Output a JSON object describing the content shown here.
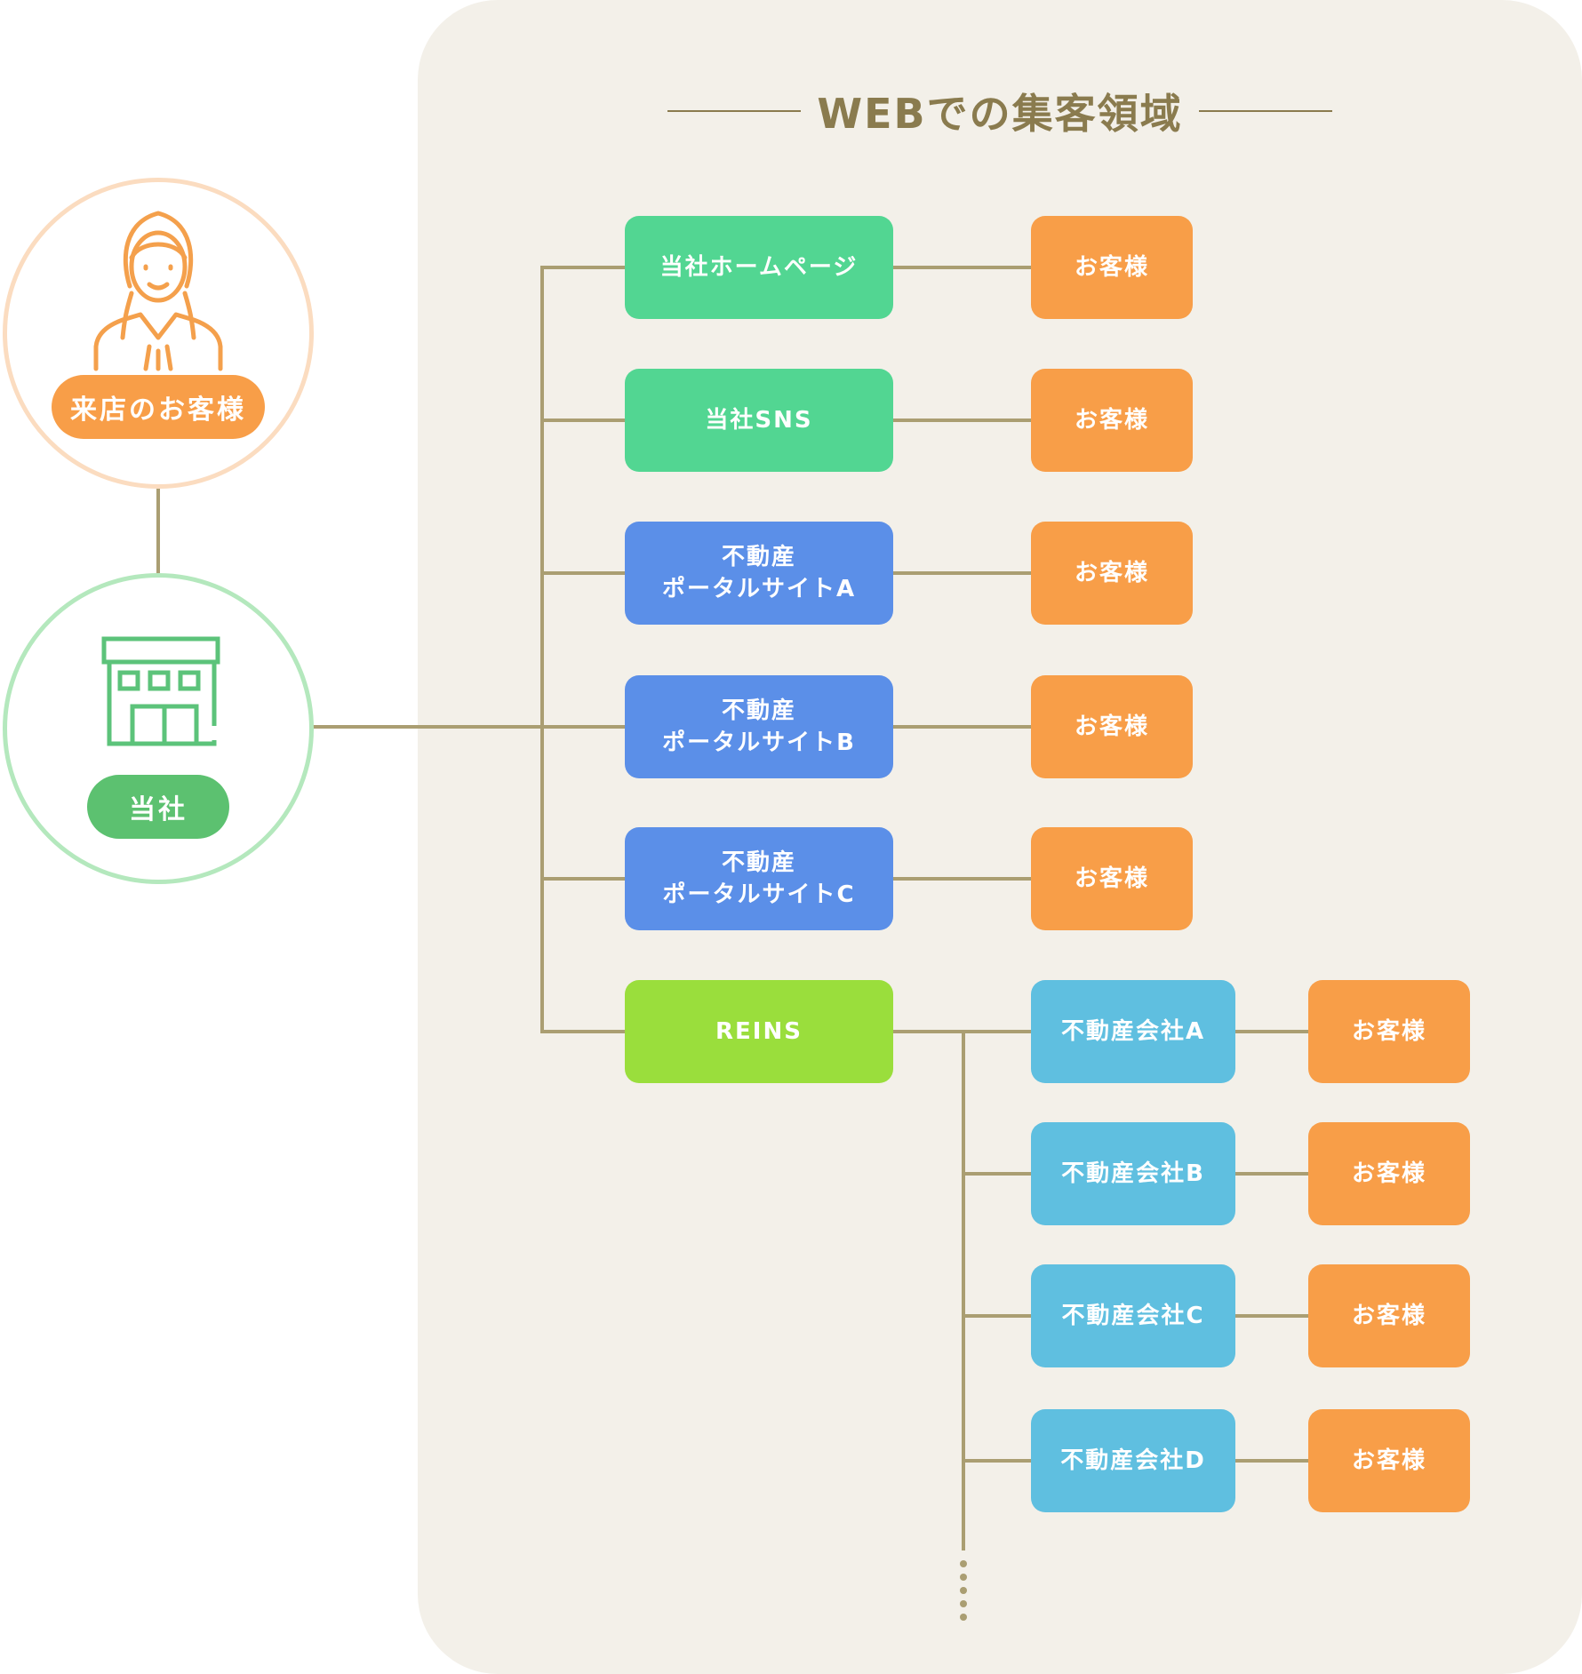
{
  "title": "WEBでの集客領域",
  "visitor": {
    "label": "来店のお客様",
    "icon": "woman-icon"
  },
  "company": {
    "label": "当社",
    "icon": "store-icon"
  },
  "channels": [
    {
      "label": "当社ホームページ",
      "customer": "お客様",
      "color": "#52d692"
    },
    {
      "label": "当社SNS",
      "customer": "お客様",
      "color": "#52d692"
    },
    {
      "label": "不動産\nポータルサイトA",
      "customer": "お客様",
      "color": "#5b8fe8"
    },
    {
      "label": "不動産\nポータルサイトB",
      "customer": "お客様",
      "color": "#5b8fe8"
    },
    {
      "label": "不動産\nポータルサイトC",
      "customer": "お客様",
      "color": "#5b8fe8"
    }
  ],
  "reins": {
    "label": "REINS",
    "color": "#9ade3c",
    "companies": [
      {
        "label": "不動産会社A",
        "customer": "お客様"
      },
      {
        "label": "不動産会社B",
        "customer": "お客様"
      },
      {
        "label": "不動産会社C",
        "customer": "お客様"
      },
      {
        "label": "不動産会社D",
        "customer": "お客様"
      }
    ]
  },
  "colors": {
    "line": "#aa9e72",
    "customer": "#f89e48",
    "company_box": "#5fbfe0",
    "visitor_ring": "#fbdcc0",
    "company_ring": "#b4e8bd"
  }
}
